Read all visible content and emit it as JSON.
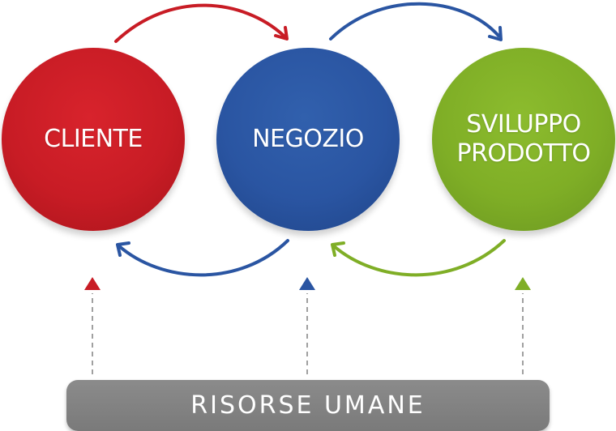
{
  "nodes": {
    "cliente": {
      "label": "CLIENTE",
      "color": "#c81c25"
    },
    "negozio": {
      "label": "NEGOZIO",
      "color": "#2a55a2"
    },
    "sviluppo": {
      "line1": "SVILUPPO",
      "line2": "PRODOTTO",
      "color": "#7fae26"
    }
  },
  "footer": {
    "label": "RISORSE UMANE",
    "color": "#7d7d7d"
  },
  "connectors": {
    "dashed_color": "#9a9a9a",
    "arrow_colors": [
      "#c81c25",
      "#2a55a2",
      "#7fae26"
    ]
  }
}
